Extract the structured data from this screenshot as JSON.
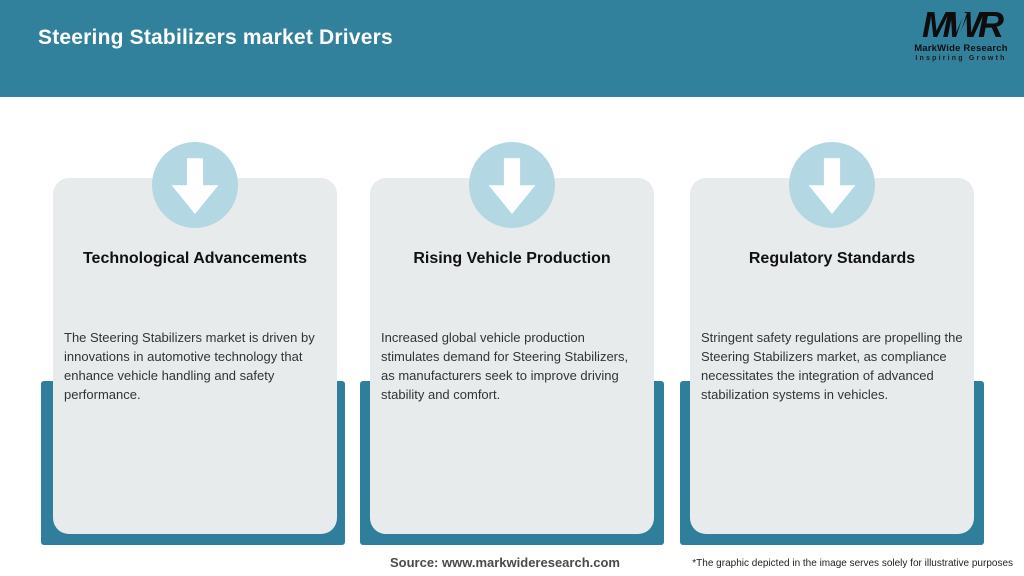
{
  "header": {
    "title": "Steering Stabilizers market Drivers"
  },
  "logo": {
    "monogram": "MWR",
    "name": "MarkWide Research",
    "tagline": "Inspiring Growth"
  },
  "cards": [
    {
      "title": "Technological Advancements",
      "body": "The Steering Stabilizers market is driven by innovations in automotive technology that enhance vehicle handling and safety performance.",
      "icon": "down-arrow-icon"
    },
    {
      "title": "Rising Vehicle Production",
      "body": "Increased global vehicle production stimulates demand for Steering Stabilizers, as manufacturers seek to improve driving stability and comfort.",
      "icon": "down-arrow-icon"
    },
    {
      "title": "Regulatory Standards",
      "body": "Stringent safety regulations are propelling the Steering Stabilizers market, as compliance necessitates the integration of advanced stabilization systems in vehicles.",
      "icon": "down-arrow-icon"
    }
  ],
  "footer": {
    "source": "Source: www.markwideresearch.com",
    "disclaimer": "*The graphic depicted in the image serves solely for illustrative purposes"
  },
  "colors": {
    "header_teal": "#32819c",
    "bar_teal": "#2f7e9b",
    "circle_blue": "#b3d7e3",
    "card_bg": "#e8ebec",
    "title_text": "#ffffff",
    "body_text": "#333333"
  }
}
